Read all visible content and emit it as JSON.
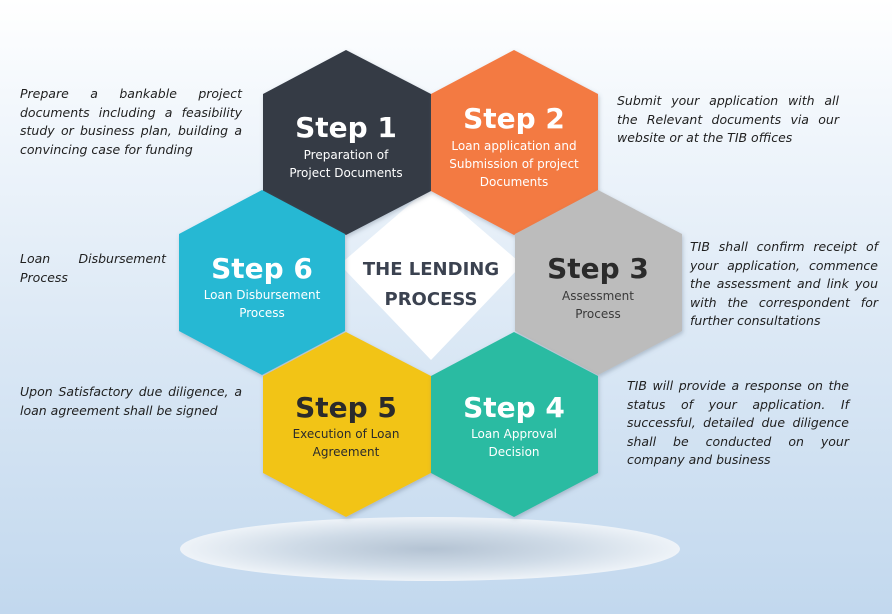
{
  "center": {
    "line1": "THE LENDING",
    "line2": "PROCESS"
  },
  "colors": {
    "step1": "#343a45",
    "step2": "#f37a43",
    "step3": "#bcbcbc",
    "step4": "#2bbba2",
    "step5": "#f2c419",
    "step6": "#25b8d3"
  },
  "steps": [
    {
      "title": "Step 1",
      "desc": [
        "Preparation of",
        "Project Documents"
      ]
    },
    {
      "title": "Step 2",
      "desc": [
        "Loan application and",
        "Submission of project",
        "Documents"
      ]
    },
    {
      "title": "Step 3",
      "desc": [
        "Assessment",
        "Process"
      ]
    },
    {
      "title": "Step 4",
      "desc": [
        "Loan Approval",
        "Decision"
      ]
    },
    {
      "title": "Step 5",
      "desc": [
        "Execution of Loan",
        "Agreement"
      ]
    },
    {
      "title": "Step 6",
      "desc": [
        "Loan Disbursement",
        "Process"
      ]
    }
  ],
  "notes": {
    "step1": "Prepare a bankable project documents including a feasibility study or business plan, building a convincing case for funding",
    "step2": "Submit your application with all the Relevant documents via our website or at the TIB offices",
    "step3": "TIB shall confirm receipt of your application, commence the assessment and link you with the correspondent for further consultations",
    "step4": "TIB will provide a response on the status of your application. If successful, detailed due diligence shall be conducted on your company and business",
    "step5": "Upon Satisfactory due diligence, a loan agreement shall be signed",
    "step6": "Loan Disbursement Process"
  }
}
